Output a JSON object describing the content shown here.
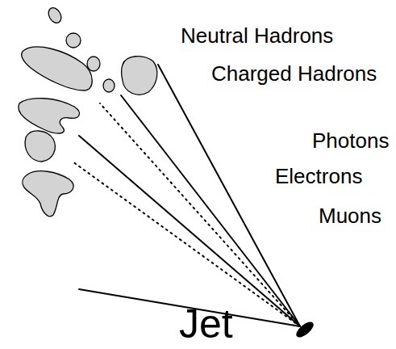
{
  "diagram": {
    "labels": [
      "Neutral Hadrons",
      "Charged Hadrons",
      "Photons",
      "Electrons",
      "Muons",
      "Jet"
    ]
  }
}
